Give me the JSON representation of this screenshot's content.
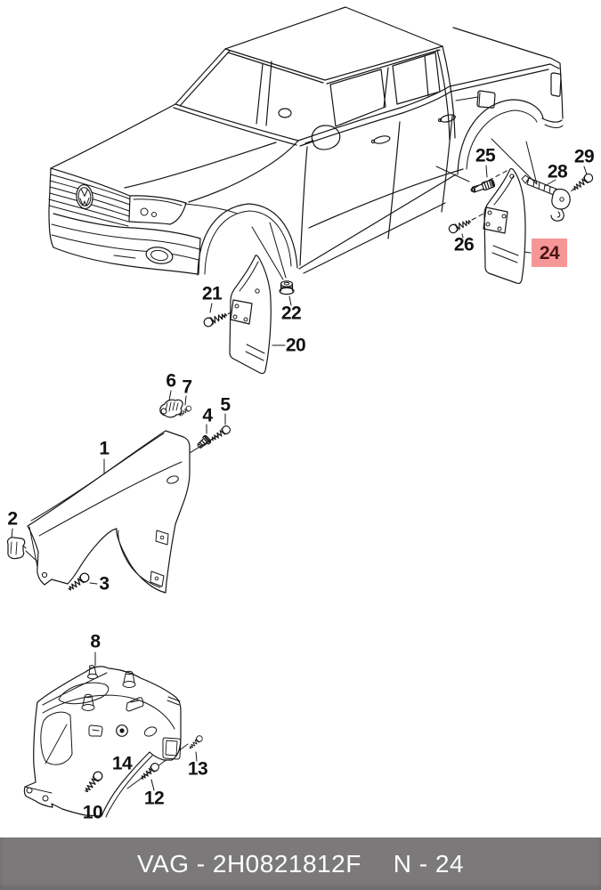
{
  "footer": {
    "left_text": "VAG - 2H0821812F",
    "right_text": "N - 24"
  },
  "callouts": {
    "c1": "1",
    "c2": "2",
    "c3": "3",
    "c4": "4",
    "c5": "5",
    "c6": "6",
    "c7": "7",
    "c8": "8",
    "c10": "10",
    "c12": "12",
    "c13": "13",
    "c14": "14",
    "c20": "20",
    "c21": "21",
    "c22": "22",
    "c24": "24",
    "c25": "25",
    "c26": "26",
    "c28": "28",
    "c29": "29"
  },
  "highlighted_callout": "24",
  "colors": {
    "background": "#FFFFFF",
    "line_art": "#161616",
    "label_text": "#111111",
    "highlight_bg": "#F69696",
    "highlight_text": "#4A1414",
    "footer_bg": "#7B7979",
    "footer_text": "#FFFFFF"
  },
  "icons": {
    "vw_logo": "vw-roundel"
  }
}
